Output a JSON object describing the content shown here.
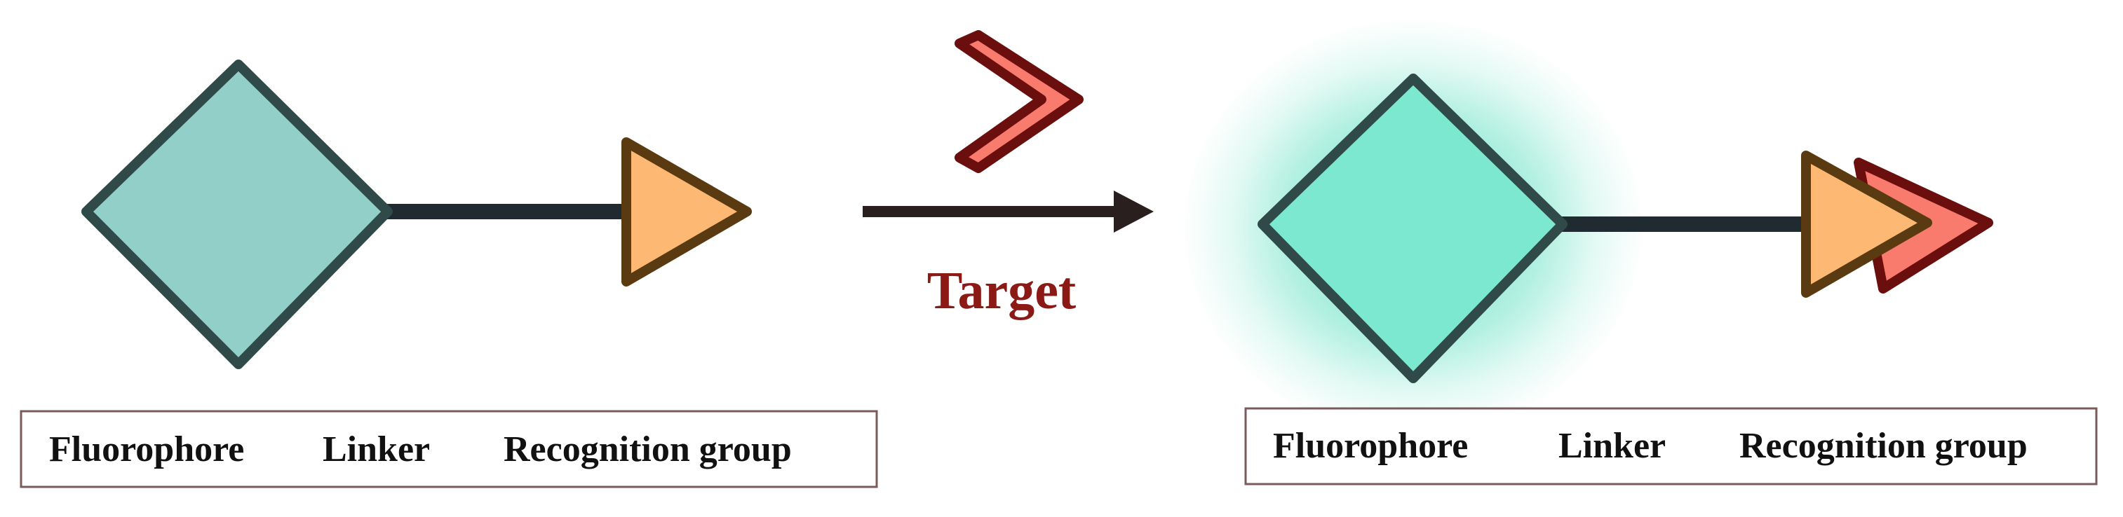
{
  "arrow": {
    "label": "Target",
    "label_color": "#8B1A16"
  },
  "before": {
    "labels": {
      "fluorophore": "Fluorophore",
      "linker": "Linker",
      "recognition": "Recognition group"
    }
  },
  "after": {
    "labels": {
      "fluorophore": "Fluorophore",
      "linker": "Linker",
      "recognition": "Recognition group"
    }
  },
  "colors": {
    "fluorophore_off": "#92CFC8",
    "fluorophore_on": "#7BE8CF",
    "glow": "#6FE3C6",
    "stroke_dark": "#2F4A48",
    "linker": "#1F2B30",
    "recognition_fill": "#FDB874",
    "recognition_stroke": "#5A3A10",
    "target_fill": "#F97B6E",
    "target_stroke": "#6B0E0E",
    "arrow": "#2A1F1F",
    "box_border": "#7A5A5A"
  }
}
